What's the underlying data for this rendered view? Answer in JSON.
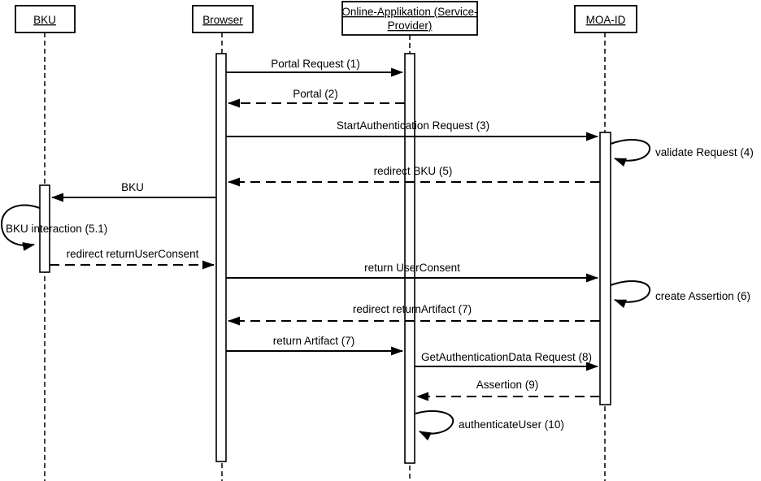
{
  "diagram": {
    "type": "uml-sequence-diagram",
    "colors": {
      "line": "#000000",
      "background": "#ffffff",
      "activation_fill": "#ffffff"
    },
    "actors": [
      {
        "id": "bku",
        "label": "BKU"
      },
      {
        "id": "browser",
        "label": "Browser"
      },
      {
        "id": "online-app",
        "label_line1": "Online-Applikation (Service-",
        "label_line2": "Provider)",
        "label_full": "Online-Applikation (Service-Provider)"
      },
      {
        "id": "moa-id",
        "label": "MOA-ID"
      }
    ],
    "messages": [
      {
        "seq": "1",
        "label": "Portal Request (1)",
        "from": "Browser",
        "to": "Online-Applikation (Service-Provider)",
        "line": "solid"
      },
      {
        "seq": "2",
        "label": "Portal (2)",
        "from": "Online-Applikation (Service-Provider)",
        "to": "Browser",
        "line": "dashed"
      },
      {
        "seq": "3",
        "label": "StartAuthentication Request (3)",
        "from": "Browser",
        "to": "MOA-ID",
        "line": "solid"
      },
      {
        "seq": "4",
        "label": "validate Request (4)",
        "from": "MOA-ID",
        "to": "MOA-ID",
        "line": "self-loop"
      },
      {
        "seq": "5",
        "label": "redirect BKU (5)",
        "from": "MOA-ID",
        "to": "Browser",
        "line": "dashed"
      },
      {
        "seq": "",
        "label": "BKU",
        "from": "Browser",
        "to": "BKU",
        "line": "solid"
      },
      {
        "seq": "5.1",
        "label": "BKU interaction (5.1)",
        "from": "BKU",
        "to": "BKU",
        "line": "self-loop"
      },
      {
        "seq": "",
        "label": "redirect returnUserConsent",
        "from": "BKU",
        "to": "Browser",
        "line": "dashed"
      },
      {
        "seq": "",
        "label": "return UserConsent",
        "from": "Browser",
        "to": "MOA-ID",
        "line": "solid"
      },
      {
        "seq": "6",
        "label": "create Assertion (6)",
        "from": "MOA-ID",
        "to": "MOA-ID",
        "line": "self-loop"
      },
      {
        "seq": "7",
        "label": "redirect returnArtifact (7)",
        "from": "MOA-ID",
        "to": "Browser",
        "line": "dashed"
      },
      {
        "seq": "7",
        "label": "return Artifact (7)",
        "from": "Browser",
        "to": "Online-Applikation (Service-Provider)",
        "line": "solid"
      },
      {
        "seq": "8",
        "label": "GetAuthenticationData Request (8)",
        "from": "Online-Applikation (Service-Provider)",
        "to": "MOA-ID",
        "line": "solid"
      },
      {
        "seq": "9",
        "label": "Assertion (9)",
        "from": "MOA-ID",
        "to": "Online-Applikation (Service-Provider)",
        "line": "dashed"
      },
      {
        "seq": "10",
        "label": "authenticateUser (10)",
        "from": "Online-Applikation (Service-Provider)",
        "to": "Online-Applikation (Service-Provider)",
        "line": "self-loop"
      }
    ]
  }
}
